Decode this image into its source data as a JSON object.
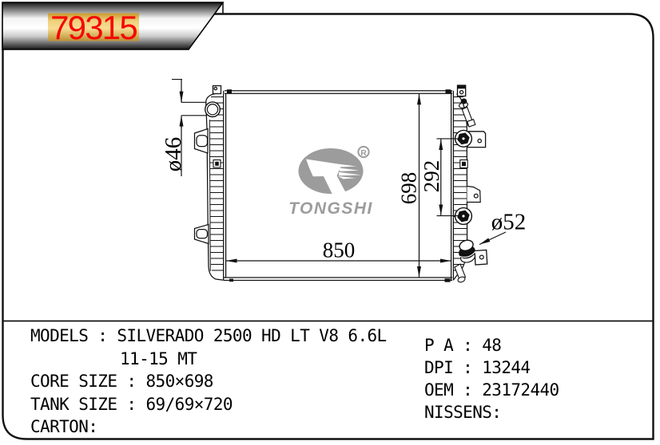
{
  "banner": {
    "part_number": "79315"
  },
  "watermark": {
    "brand": "TONGSHI",
    "registered": "R"
  },
  "dimensions": {
    "core_width": "850",
    "core_height": "698",
    "port_spacing": "292",
    "inlet_diameter": "ø46",
    "outlet_diameter": "ø52"
  },
  "specs": {
    "left_lines": [
      "MODELS : SILVERADO 2500 HD LT V8 6.6L",
      "11-15 MT",
      "CORE SIZE : 850×698",
      "TANK SIZE : 69/69×720",
      "CARTON:"
    ],
    "right_lines": [
      "P A : 48",
      "DPI : 13244",
      "OEM : 23172440",
      "NISSENS:"
    ]
  },
  "colors": {
    "line": "#111111",
    "accent_red": "#f60603",
    "gold": "#e9c45c",
    "watermark_gray": "#9c9c9c"
  }
}
